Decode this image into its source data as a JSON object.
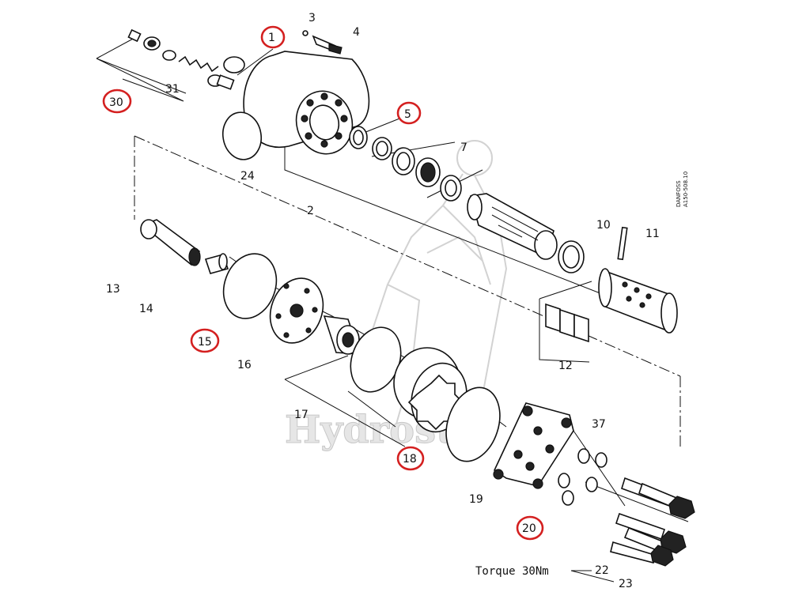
{
  "diagram": {
    "callouts": [
      "1",
      "2",
      "3",
      "4",
      "5",
      "7",
      "10",
      "11",
      "12",
      "13",
      "14",
      "15",
      "16",
      "17",
      "18",
      "19",
      "20",
      "22",
      "23",
      "24",
      "30",
      "31",
      "37"
    ],
    "highlighted_callouts": [
      "1",
      "5",
      "15",
      "18",
      "20",
      "30"
    ],
    "torque_label": "Torque 30Nm",
    "brand_code_line1": "DANFOSS",
    "brand_code_line2": "A150-508.10",
    "watermark": "Hydrostar",
    "colors": {
      "highlight": "#d42020",
      "ink": "#111111",
      "watermark": "#d2d2d2"
    }
  }
}
